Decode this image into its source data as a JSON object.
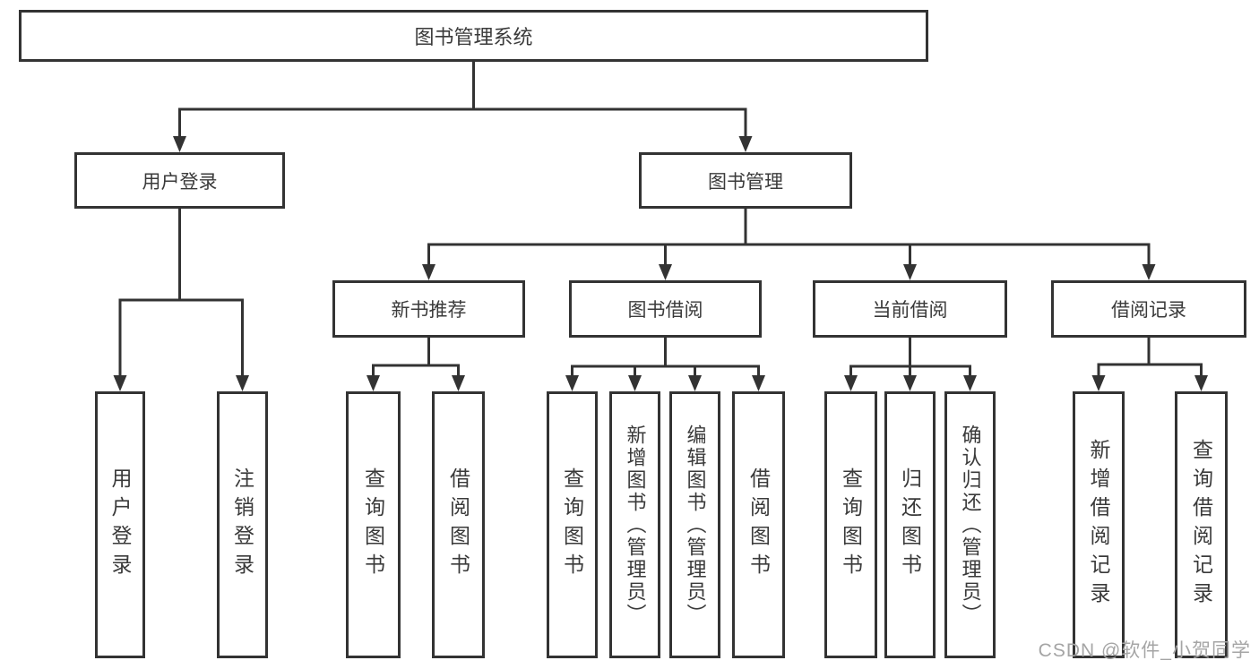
{
  "diagram": {
    "root": {
      "label": "图书管理系统"
    },
    "branches": [
      {
        "label": "用户登录",
        "children": [
          "用户登录",
          "注销登录"
        ]
      },
      {
        "label": "图书管理",
        "children": [
          {
            "label": "新书推荐",
            "children": [
              "查询图书",
              "借阅图书"
            ]
          },
          {
            "label": "图书借阅",
            "children": [
              "查询图书",
              "新增图书（管理员）",
              "编辑图书（管理员）",
              "借阅图书"
            ]
          },
          {
            "label": "当前借阅",
            "children": [
              "查询图书",
              "归还图书",
              "确认归还（管理员）"
            ]
          },
          {
            "label": "借阅记录",
            "children": [
              "新增借阅记录",
              "查询借阅记录"
            ]
          }
        ]
      }
    ]
  },
  "watermark": {
    "text": "CSDN @软件_小贺同学"
  },
  "colors": {
    "line": "#333333",
    "text": "#3a3a3a",
    "watermark": "#a5a5a5",
    "background": "#ffffff"
  }
}
